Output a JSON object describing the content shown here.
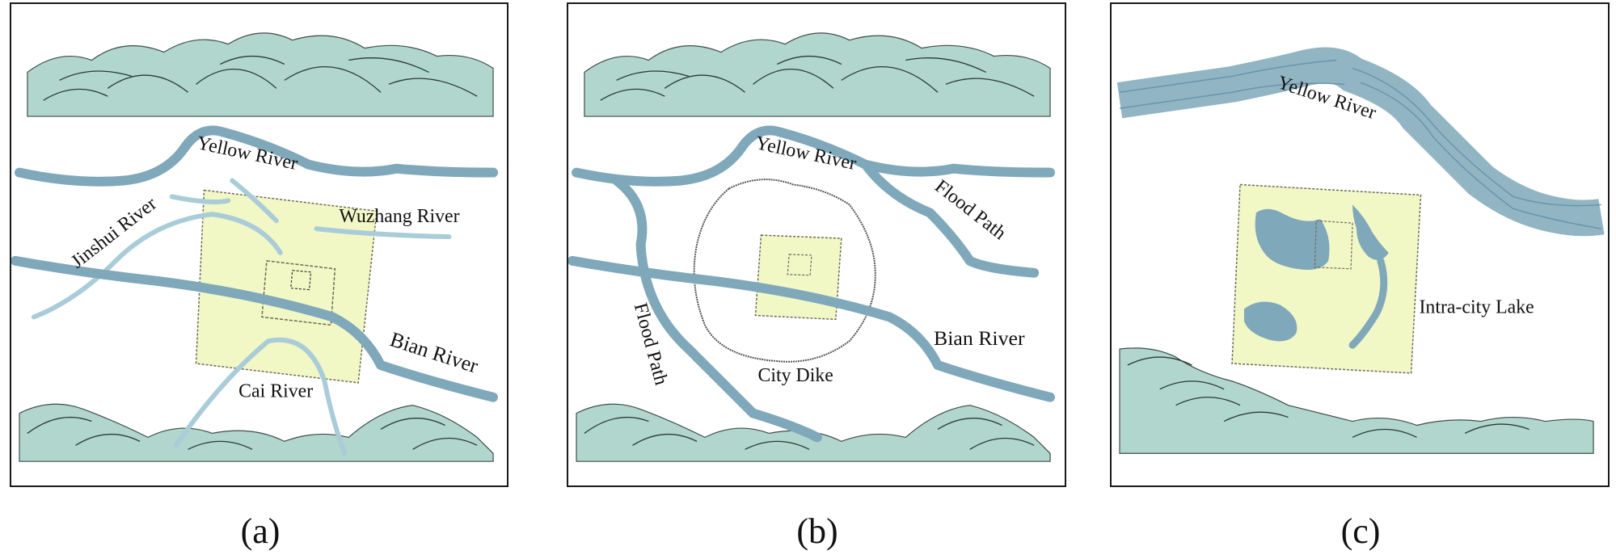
{
  "colors": {
    "mountain_fill": "#a9d2c8",
    "mountain_line": "#2b3a33",
    "river": "#7fa8ba",
    "river_light": "#a9ccd8",
    "city_fill": "#f2f7c6",
    "city_line": "#6b6b55",
    "lake": "#7fa8ba",
    "dike": "#555555",
    "border": "#1a1a1a"
  },
  "panels": [
    {
      "caption": "(a)",
      "labels": {
        "yellow_river": "Yellow River",
        "jinshui_river": "Jinshui River",
        "wuzhang_river": "Wuzhang River",
        "bian_river": "Bian River",
        "cai_river": "Cai River"
      }
    },
    {
      "caption": "(b)",
      "labels": {
        "yellow_river": "Yellow River",
        "flood_path_right": "Flood Path",
        "flood_path_left": "Flood Path",
        "city_dike": "City Dike",
        "bian_river": "Bian River"
      }
    },
    {
      "caption": "(c)",
      "labels": {
        "yellow_river": "Yellow River",
        "intra_city_lake": "Intra-city Lake"
      }
    }
  ]
}
